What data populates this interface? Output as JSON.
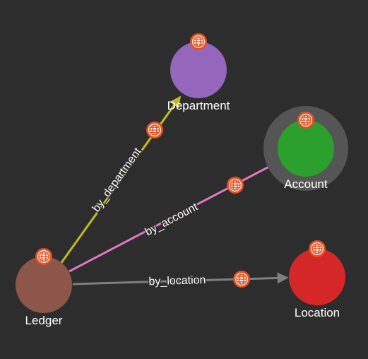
{
  "nodes": [
    {
      "id": "department",
      "label": "Department",
      "color": "#9467bd",
      "selected": false
    },
    {
      "id": "account",
      "label": "Account",
      "color": "#2ca02c",
      "selected": true
    },
    {
      "id": "ledger",
      "label": "Ledger",
      "color": "#8c564b",
      "selected": false
    },
    {
      "id": "location",
      "label": "Location",
      "color": "#d62728",
      "selected": false
    }
  ],
  "edges": [
    {
      "id": "by-department",
      "label": "by_department",
      "from": "ledger",
      "to": "department",
      "color": "#bcbd22"
    },
    {
      "id": "by-account",
      "label": "by_account",
      "from": "ledger",
      "to": "account",
      "color": "#e377c2"
    },
    {
      "id": "by-location",
      "label": "by_location",
      "from": "ledger",
      "to": "location",
      "color": "#7f7f7f"
    }
  ],
  "icons": {
    "globe": "globe-icon",
    "badge_fill": "#ffffff",
    "badge_color": "#e8501e"
  },
  "colors": {
    "background": "#2d2d2d",
    "selection_halo": "#555555",
    "label": "#ffffff"
  }
}
